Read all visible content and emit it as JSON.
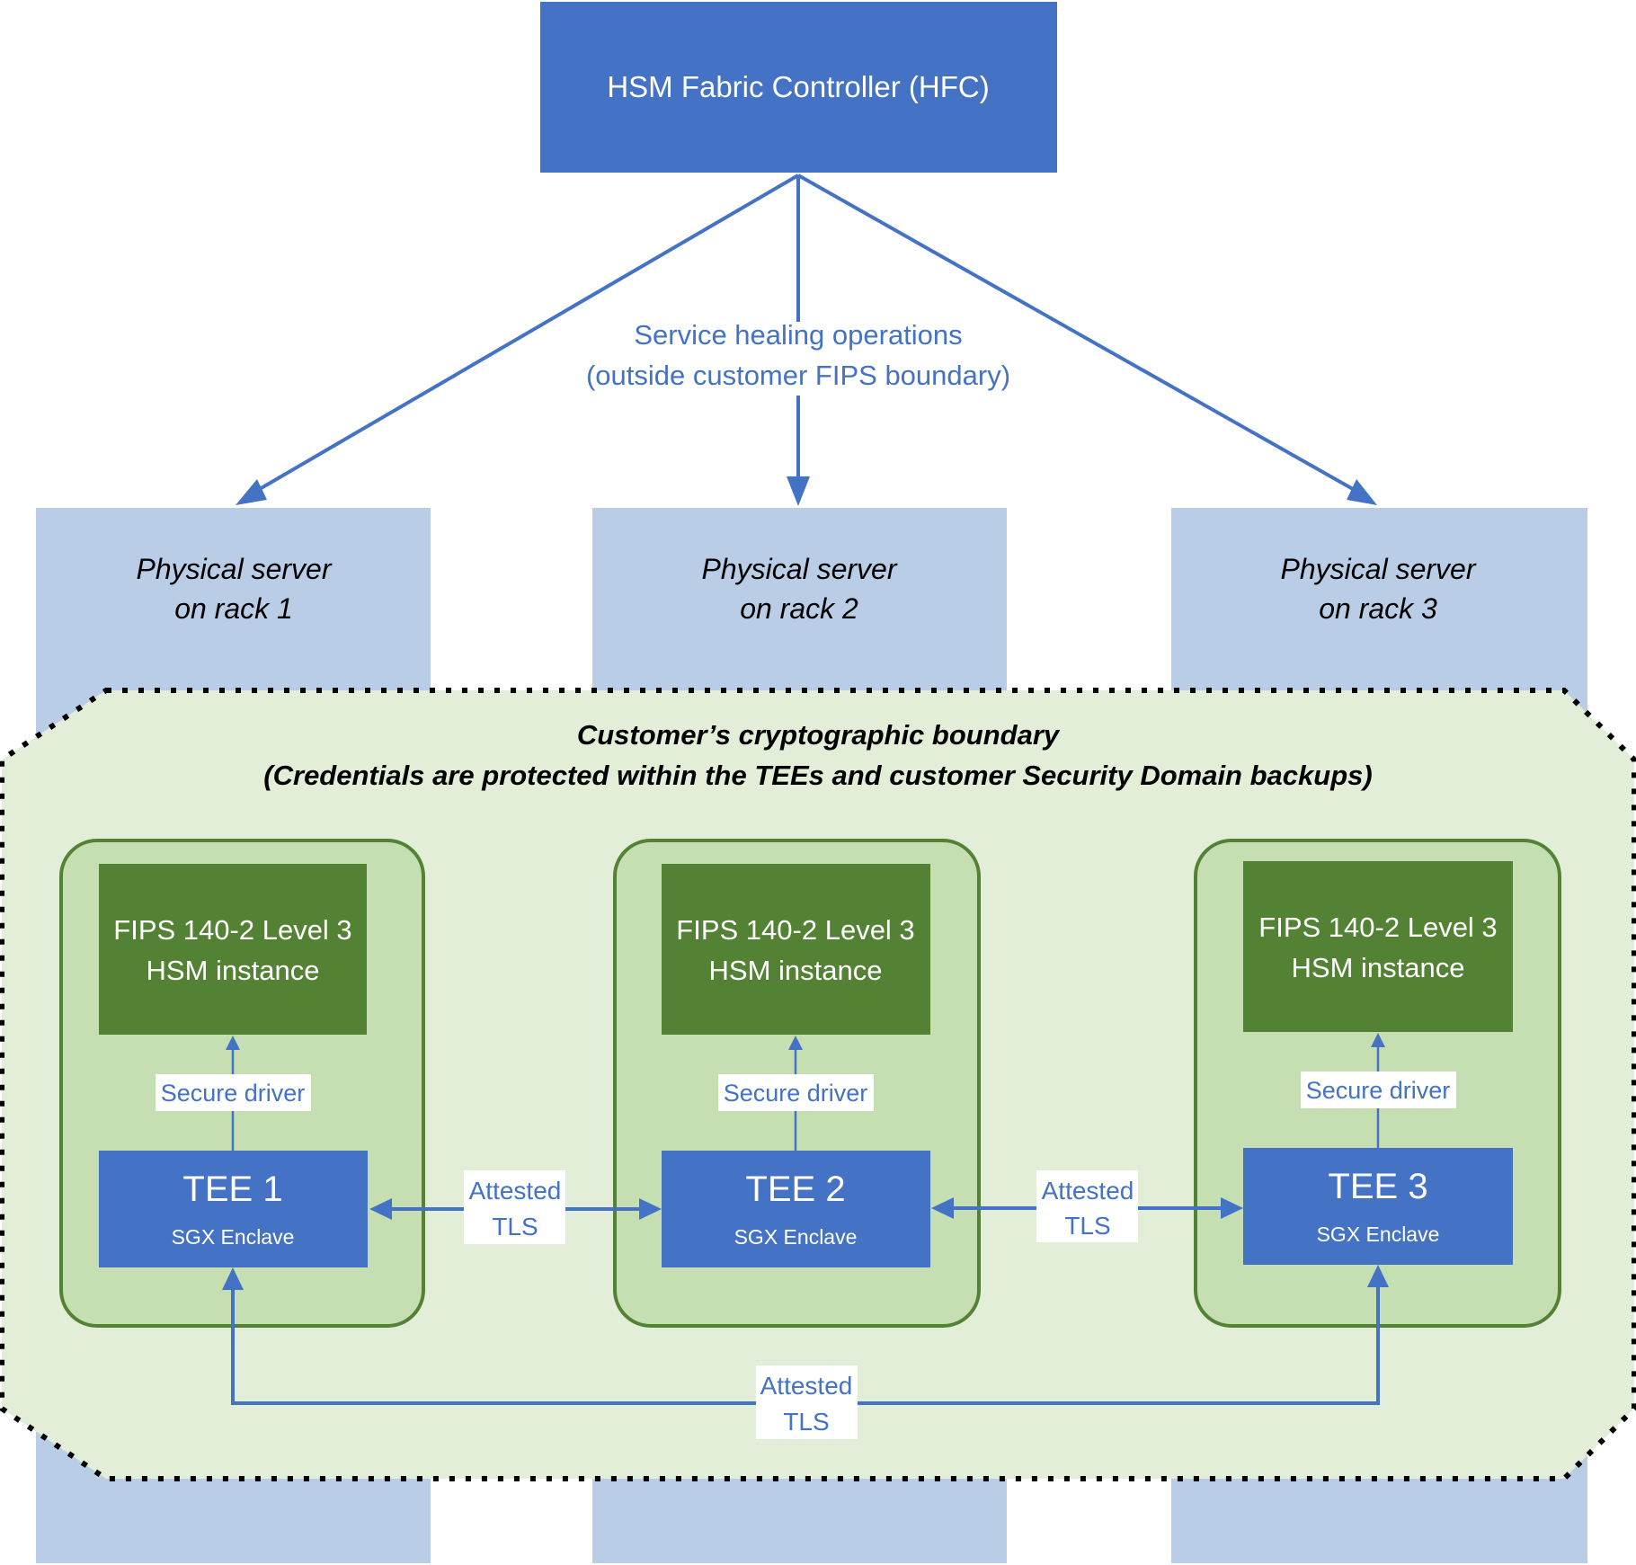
{
  "colors": {
    "blue": "#4472C4",
    "light_blue": "#B9CDE6",
    "boundary_fill": "#E2EED8",
    "tee_box_fill": "#C5DFB2",
    "tee_box_stroke": "#548235",
    "hsm_green": "#548235",
    "label_blue": "#4472C4",
    "white": "#FFFFFF",
    "black": "#000000"
  },
  "hfc": {
    "label": "HSM Fabric Controller (HFC)"
  },
  "healing": {
    "line1": "Service healing operations",
    "line2": "(outside customer FIPS boundary)"
  },
  "servers": [
    {
      "line1": "Physical server",
      "line2": "on rack 1"
    },
    {
      "line1": "Physical server",
      "line2": "on rack 2"
    },
    {
      "line1": "Physical server",
      "line2": "on rack 3"
    }
  ],
  "boundary": {
    "line1": "Customer’s cryptographic boundary",
    "line2": "(Credentials are protected within the TEEs and customer Security Domain backups)"
  },
  "nodes": [
    {
      "hsm_line1": "FIPS 140-2 Level 3",
      "hsm_line2": "HSM instance",
      "driver": "Secure driver",
      "tee": "TEE 1",
      "enclave": "SGX Enclave"
    },
    {
      "hsm_line1": "FIPS 140-2 Level 3",
      "hsm_line2": "HSM instance",
      "driver": "Secure driver",
      "tee": "TEE 2",
      "enclave": "SGX Enclave"
    },
    {
      "hsm_line1": "FIPS 140-2 Level 3",
      "hsm_line2": "HSM instance",
      "driver": "Secure driver",
      "tee": "TEE 3",
      "enclave": "SGX Enclave"
    }
  ],
  "links": [
    {
      "line1": "Attested",
      "line2": "TLS"
    },
    {
      "line1": "Attested",
      "line2": "TLS"
    },
    {
      "line1": "Attested",
      "line2": "TLS"
    }
  ]
}
